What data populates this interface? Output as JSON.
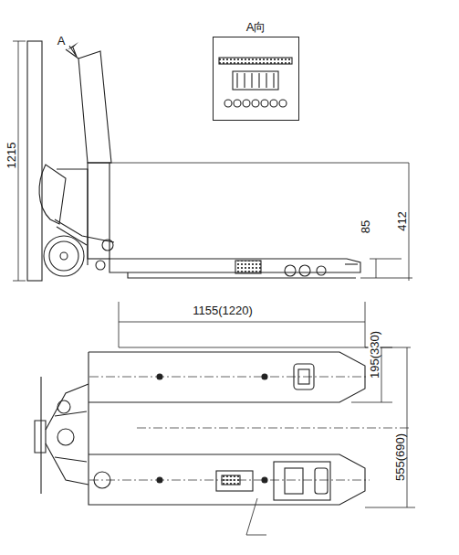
{
  "diagram": {
    "nodes": [
      {
        "text": [
          "A向"
        ]
      }
    ],
    "labels": [
      "1215",
      "A",
      "85",
      "412",
      "1155(1220)",
      "195(330)",
      "555(690)"
    ]
  }
}
